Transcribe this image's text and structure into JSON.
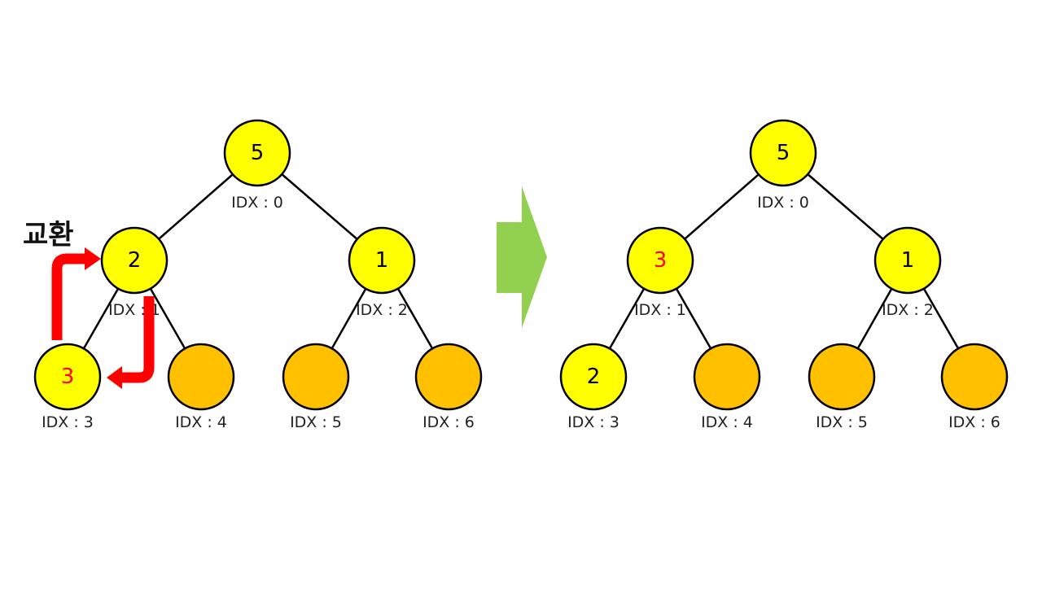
{
  "colors": {
    "highlight_node": "#ffff00",
    "empty_node": "#ffc000",
    "node_stroke": "#000000",
    "edge": "#000000",
    "swapped_value": "#ff0000",
    "normal_value": "#000000",
    "swap_arrow": "#ff0000",
    "transition_arrow": "#92d050"
  },
  "swap_label": "교환",
  "before": {
    "nodes": [
      {
        "value": "5",
        "idx_label": "IDX : 0",
        "filled": true,
        "swapped": false
      },
      {
        "value": "2",
        "idx_label": "IDX : 1",
        "filled": true,
        "swapped": false
      },
      {
        "value": "1",
        "idx_label": "IDX : 2",
        "filled": true,
        "swapped": false
      },
      {
        "value": "3",
        "idx_label": "IDX : 3",
        "filled": true,
        "swapped": true
      },
      {
        "value": "",
        "idx_label": "IDX : 4",
        "filled": false,
        "swapped": false
      },
      {
        "value": "",
        "idx_label": "IDX : 5",
        "filled": false,
        "swapped": false
      },
      {
        "value": "",
        "idx_label": "IDX : 6",
        "filled": false,
        "swapped": false
      }
    ]
  },
  "after": {
    "nodes": [
      {
        "value": "5",
        "idx_label": "IDX : 0",
        "filled": true,
        "swapped": false
      },
      {
        "value": "3",
        "idx_label": "IDX : 1",
        "filled": true,
        "swapped": true
      },
      {
        "value": "1",
        "idx_label": "IDX : 2",
        "filled": true,
        "swapped": false
      },
      {
        "value": "2",
        "idx_label": "IDX : 3",
        "filled": true,
        "swapped": false
      },
      {
        "value": "",
        "idx_label": "IDX : 4",
        "filled": false,
        "swapped": false
      },
      {
        "value": "",
        "idx_label": "IDX : 5",
        "filled": false,
        "swapped": false
      },
      {
        "value": "",
        "idx_label": "IDX : 6",
        "filled": false,
        "swapped": false
      }
    ]
  }
}
